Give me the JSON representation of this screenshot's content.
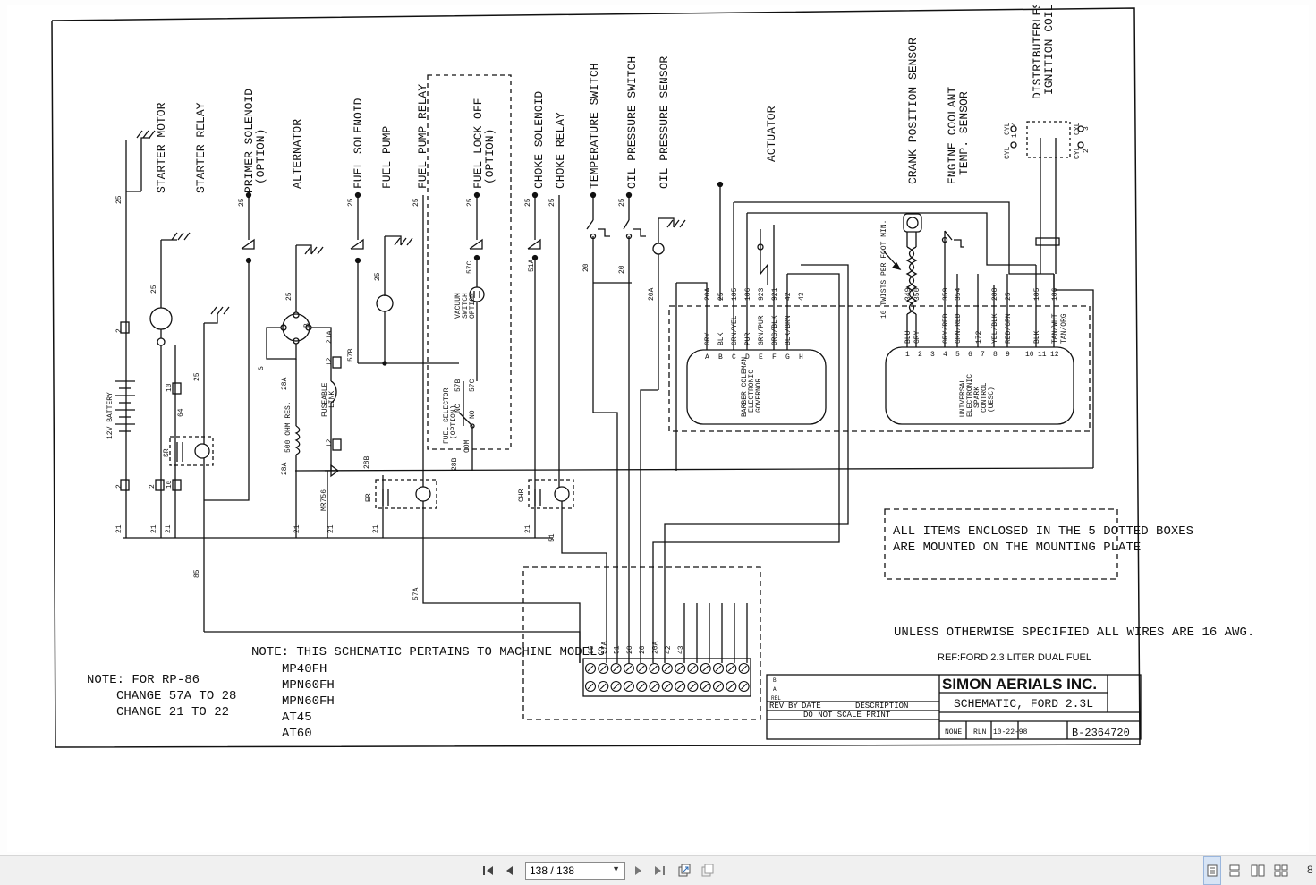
{
  "toolbar": {
    "first_icon": "first-page-icon",
    "prev_icon": "previous-page-icon",
    "page_value": "138 / 138",
    "next_icon": "next-page-icon",
    "last_icon": "last-page-icon",
    "zoom": "8"
  },
  "diagram": {
    "components": {
      "starter_motor": "STARTER MOTOR",
      "starter_relay": "STARTER RELAY",
      "primer_solenoid": "PRIMER SOLENOID",
      "primer_option": "(OPTION)",
      "alternator": "ALTERNATOR",
      "fuel_solenoid": "FUEL SOLENOID",
      "fuel_pump": "FUEL PUMP",
      "fuel_pump_relay": "FUEL PUMP RELAY",
      "fuel_lock_off": "FUEL LOCK OFF",
      "fuel_lock_option": "(OPTION)",
      "choke_solenoid": "CHOKE SOLENOID",
      "choke_relay": "CHOKE RELAY",
      "temperature_switch": "TEMPERATURE SWITCH",
      "oil_pressure_switch": "OIL PRESSURE SWITCH",
      "oil_pressure_sensor": "OIL PRESSURE SENSOR",
      "actuator": "ACTUATOR",
      "crank_position_sensor": "CRANK POSITION SENSOR",
      "engine_coolant_1": "ENGINE COOLANT",
      "engine_coolant_2": "TEMP. SENSOR",
      "ignition_1": "DISTRIBUTERLESS",
      "ignition_2": "IGNITION COIL",
      "battery": "12V BATTERY",
      "vacuum_switch": [
        "VACUUM",
        "SWITCH",
        "OPTION"
      ],
      "fuel_selector": [
        "FUEL SELECTOR",
        "(OPTION)"
      ],
      "fuseable_link": [
        "FUSEABLE",
        "LINK"
      ],
      "resistor": "500 OHM RES.",
      "governor": [
        "BARBER COLEMAN",
        "ELECTRONIC",
        "GOVERNOR"
      ],
      "uesc": [
        "UNIVERSAL",
        "ELECTRONIC",
        "SPARK",
        "CONTROL",
        "(UESC)"
      ],
      "twists": "10 TWISTS PER FOOT MIN.",
      "cyl_labels": [
        "CYL",
        "1",
        "CYL",
        "4",
        "CYL",
        "3",
        "CYL",
        "2"
      ]
    },
    "governor_wires": [
      "GRY",
      "BLK",
      "GRN/YEL",
      "PUR",
      "GRN/PUR",
      "ORG/BLK",
      "BLK/BRN"
    ],
    "governor_pins": [
      "A",
      "B",
      "C",
      "D",
      "E",
      "F",
      "G",
      "H"
    ],
    "governor_wire_nums": [
      "20A",
      "25",
      "185",
      "186",
      "923",
      "921",
      "42",
      "43"
    ],
    "uesc_wires": [
      "BLU",
      "GRY",
      "GRY/RED",
      "GRN/RED",
      "172",
      "YEL/BLK",
      "RED/GRN",
      "BLK",
      "TAN/WHT",
      "TAN/ORG"
    ],
    "uesc_pins": [
      "1",
      "2",
      "3",
      "4",
      "5",
      "6",
      "7",
      "8",
      "9",
      "10",
      "11",
      "12"
    ],
    "uesc_wire_nums": [
      "349",
      "350",
      "359",
      "354",
      "288",
      "25",
      "185",
      "186"
    ],
    "terminal_labels": [
      "85",
      "57A",
      "51",
      "20",
      "20",
      "20A",
      "42",
      "43"
    ],
    "wire_labels": {
      "w25": "25",
      "w21": "21",
      "w2": "2",
      "w10": "10",
      "w64": "64",
      "w85": "85",
      "w12": "12",
      "w28a": "28A",
      "w28b": "28B",
      "w21a": "21A",
      "w57b": "57B",
      "w57c": "57C",
      "w57a": "57A",
      "w51": "51",
      "w51a": "51A",
      "w20": "20",
      "w20a": "20A",
      "wS": "S",
      "wSR": "SR",
      "wER": "ER",
      "wCHR": "CHR",
      "wNC": "NC",
      "wNO": "NO",
      "wCOM": "COM",
      "wMR": "MR756",
      "wB": "B"
    },
    "mounting_note": [
      "ALL ITEMS ENCLOSED IN THE 5 DOTTED BOXES",
      "ARE MOUNTED ON THE MOUNTING PLATE"
    ],
    "awg_note": "UNLESS OTHERWISE SPECIFIED ALL WIRES ARE 16 AWG.",
    "ref_note": "REF:FORD 2.3 LITER DUAL FUEL",
    "models_note_title": "NOTE: THIS SCHEMATIC PERTAINS TO MACHINE MODELS",
    "models": [
      "MP40FH",
      "MPN60FH",
      "MPN60FH",
      "AT45",
      "AT60"
    ],
    "rp_note": [
      "NOTE: FOR RP-86",
      "CHANGE 57A TO 28",
      "CHANGE 21 TO 22"
    ]
  },
  "title_block": {
    "company": "SIMON AERIALS INC.",
    "title": "SCHEMATIC, FORD 2.3L",
    "doc_number": "B-2364720",
    "do_not_scale": "DO NOT SCALE PRINT",
    "rev": "REV",
    "by": "BY",
    "date": "DATE",
    "description": "DESCRIPTION",
    "scale": "NONE",
    "drawn": "RLN",
    "drawn_date": "10-22-98",
    "revisions": [
      "B",
      "A",
      "REL"
    ]
  }
}
